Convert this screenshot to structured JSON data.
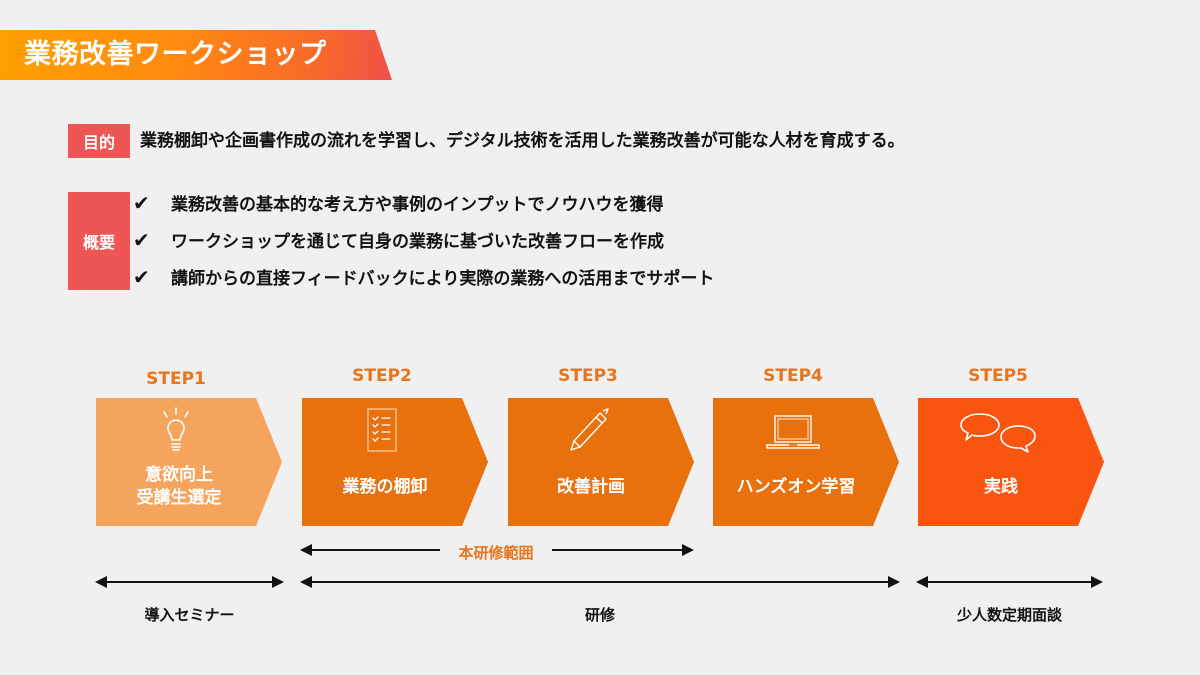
{
  "header": {
    "title": "業務改善ワークショップ"
  },
  "purpose": {
    "label": "目的",
    "text": "業務棚卸や企画書作成の流れを学習し、デジタル技術を活用した業務改善が可能な人材を育成する。"
  },
  "overview": {
    "label": "概要",
    "check_icon": "✔",
    "items": [
      "業務改善の基本的な考え方や事例のインプットでノウハウを獲得",
      "ワークショップを通じて自身の業務に基づいた改善フローを作成",
      "講師からの直接フィードバックにより実際の業務への活用までサポート"
    ]
  },
  "steps": [
    {
      "label": "STEP1",
      "name": "意欲向上\n受講生選定",
      "name_line1": "意欲向上",
      "name_line2": "受講生選定",
      "icon": "lightbulb-icon",
      "color": "#f5a45e"
    },
    {
      "label": "STEP2",
      "name": "業務の棚卸",
      "icon": "checklist-icon",
      "color": "#e8710e"
    },
    {
      "label": "STEP3",
      "name": "改善計画",
      "icon": "pen-icon",
      "color": "#e8710e"
    },
    {
      "label": "STEP4",
      "name": "ハンズオン学習",
      "icon": "laptop-icon",
      "color": "#e8710e"
    },
    {
      "label": "STEP5",
      "name": "実践",
      "icon": "speech-bubbles-icon",
      "color": "#fa5510"
    }
  ],
  "scope": {
    "label": "本研修範囲"
  },
  "phases": [
    {
      "label": "導入セミナー"
    },
    {
      "label": "研修"
    },
    {
      "label": "少人数定期面談"
    }
  ],
  "colors": {
    "accent_orange": "#e8741c",
    "label_red": "#ee5555",
    "background": "#f0f0f0"
  }
}
